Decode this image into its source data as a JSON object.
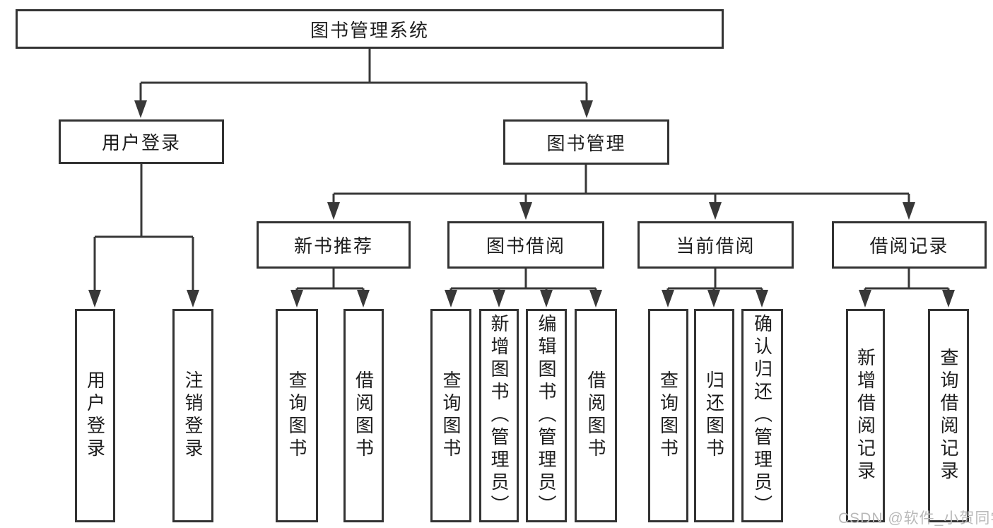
{
  "diagram": {
    "root": "图书管理系统",
    "level2": {
      "user_login": "用户登录",
      "book_management": "图书管理"
    },
    "level3": {
      "new_book_recommend": "新书推荐",
      "book_borrowing": "图书借阅",
      "current_borrowing": "当前借阅",
      "borrowing_records": "借阅记录"
    },
    "leaves": {
      "user_login_1": "用户登录",
      "user_login_2": "注销登录",
      "new_book_1": "查询图书",
      "new_book_2": "借阅图书",
      "book_borrow_1": "查询图书",
      "book_borrow_2": "新增图书（管理员）",
      "book_borrow_3": "编辑图书（管理员）",
      "book_borrow_4": "借阅图书",
      "current_borrow_1": "查询图书",
      "current_borrow_2": "归还图书",
      "current_borrow_3": "确认归还（管理员）",
      "borrow_record_1": "新增借阅记录",
      "borrow_record_2": "查询借阅记录"
    }
  },
  "watermark": "CSDN @软件_小贺同学",
  "colors": {
    "line": "#383838",
    "border": "#333333",
    "text": "#1d1d1d",
    "watermark": "#b9b9b9",
    "background": "#ffffff"
  }
}
